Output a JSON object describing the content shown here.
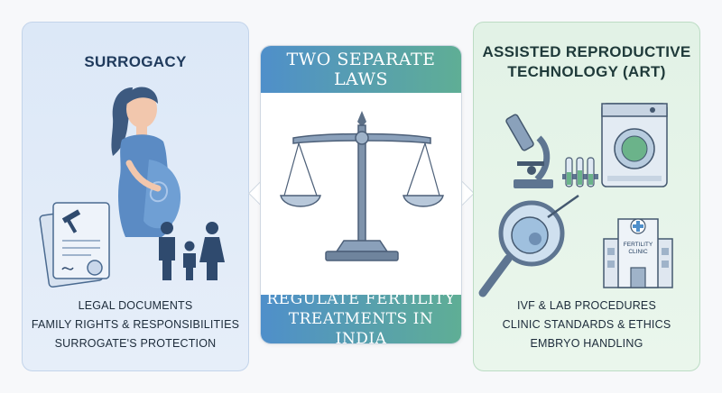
{
  "left": {
    "title": "SURROGACY",
    "captions": [
      "LEGAL DOCUMENTS",
      "FAMILY RIGHTS & RESPONSIBILITIES",
      "SURROGATE'S PROTECTION"
    ]
  },
  "center": {
    "top_banner": "TWO SEPARATE LAWS",
    "bottom_banner_line1": "REGULATE FERTILITY",
    "bottom_banner_line2": "TREATMENTS IN INDIA"
  },
  "right": {
    "title_line1": "ASSISTED REPRODUCTIVE",
    "title_line2": "TECHNOLOGY (ART)",
    "clinic_sign_line1": "FERTILITY",
    "clinic_sign_line2": "CLINIC",
    "captions": [
      "IVF & LAB PROCEDURES",
      "CLINIC STANDARDS & ETHICS",
      "EMBRYO HANDLING"
    ]
  },
  "colors": {
    "left_panel": "#dce8f7",
    "right_panel": "#e2f2e6",
    "banner_blue": "#4f8fca",
    "banner_green": "#5fae95"
  }
}
